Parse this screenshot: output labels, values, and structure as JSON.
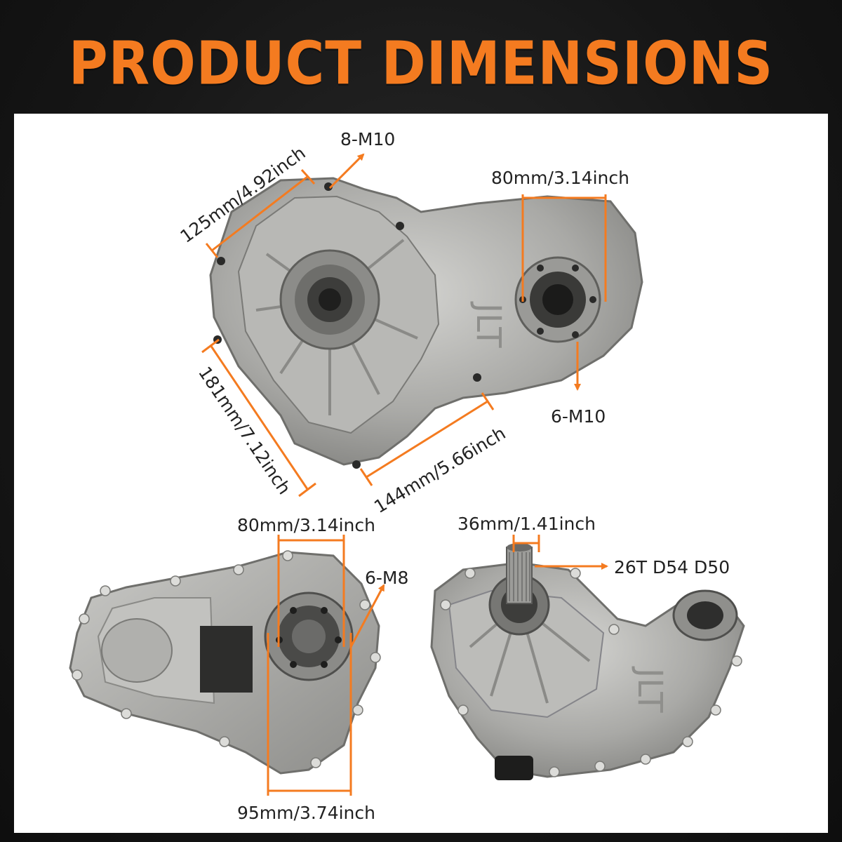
{
  "header": {
    "title": "PRODUCT DIMENSIONS"
  },
  "colors": {
    "accent": "#f47b20",
    "panel": "#ffffff",
    "metal": "#a9a9a6"
  },
  "top_view": {
    "labels": {
      "bolt_flange": "8-M10",
      "flange_width": "125mm/4.92inch",
      "output_flange": "80mm/3.14inch",
      "bolt_output": "6-M10",
      "height": "181mm/7.12inch",
      "bottom_width": "144mm/5.66inch"
    }
  },
  "rear_view": {
    "labels": {
      "flange_top": "80mm/3.14inch",
      "bolts": "6-M8",
      "flange_bottom": "95mm/3.74inch"
    }
  },
  "side_view": {
    "labels": {
      "shaft": "36mm/1.41inch",
      "spline": "26T D54 D50"
    }
  }
}
